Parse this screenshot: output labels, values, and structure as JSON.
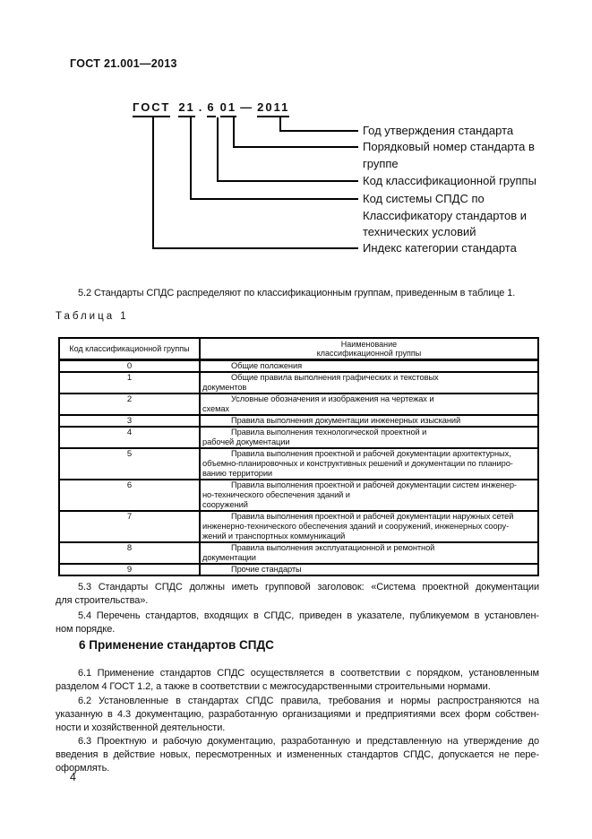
{
  "page": {
    "doc_number": "ГОСТ 21.001—2013",
    "page_number": "4"
  },
  "diagram": {
    "designation": {
      "index": "ГОСТ",
      "system_code": "21",
      "dot": ".",
      "group_code": "6",
      "ordinal_number": "01",
      "dash": "—",
      "year": "2011"
    },
    "labels": [
      {
        "lines": [
          "Год утверждения стандарта"
        ]
      },
      {
        "lines": [
          "Порядковый номер стандарта в",
          "группе"
        ]
      },
      {
        "lines": [
          "Код классификационной группы"
        ]
      },
      {
        "lines": [
          "Код системы СПДС по",
          "Классификатору стандартов и",
          "технических условий"
        ]
      },
      {
        "lines": [
          "Индекс категории стандарта"
        ]
      }
    ]
  },
  "content": {
    "p_5_2": "5.2 Стандарты СПДС распределяют по классификационным группам, приведенным в таблице 1.",
    "table_caption": "Таблица 1",
    "p_5_3": {
      "lines": [
        "5.3 Стандарты СПДС должны иметь групповой заголовок: «Система проектной документации",
        "для строительства»."
      ]
    },
    "p_5_4": {
      "lines": [
        "5.4 Перечень стандартов, входящих в СПДС, приведен в указателе, публикуемом в установлен-",
        "ном порядке."
      ]
    },
    "heading_6": "6 Применение стандартов СПДС",
    "p_6_1": {
      "lines": [
        "6.1 Применение стандартов СПДС осуществляется в соответствии с порядком, установленным",
        "разделом 4 ГОСТ 1.2, а также в соответствии с межгосударственными строительными нормами."
      ]
    },
    "p_6_2": {
      "lines": [
        "6.2 Установленные в стандартах СПДС правила, требования и нормы распространяются на",
        "указанную в 4.3 документацию, разработанную организациями и предприятиями всех форм собствен-",
        "ности и хозяйственной деятельности."
      ]
    },
    "p_6_3": {
      "lines": [
        "6.3 Проектную и рабочую документацию, разработанную и представленную на утверждение до",
        "введения в действие новых, пересмотренных и измененных стандартов СПДС, допускается не пере-",
        "оформлять."
      ]
    }
  },
  "table": {
    "headers": {
      "col1": "Код классификационной группы",
      "col2_line1": "Наименование",
      "col2_line2": "классификационной группы"
    },
    "rows": [
      {
        "code": "0",
        "name_lines": [
          "Общие положения"
        ]
      },
      {
        "code": "1",
        "name_lines": [
          "Общие правила выполнения графических и текстовых",
          "документов"
        ]
      },
      {
        "code": "2",
        "name_lines": [
          "Условные обозначения и изображения на чертежах и",
          "схемах"
        ]
      },
      {
        "code": "3",
        "name_lines": [
          "Правила выполнения документации инженерных изысканий"
        ]
      },
      {
        "code": "4",
        "name_lines": [
          "Правила выполнения технологической проектной и",
          "рабочей документации"
        ]
      },
      {
        "code": "5",
        "name_lines": [
          "Правила выполнения проектной и рабочей документации архитектурных,",
          "объемно-планировочных и конструктивных решений и документации по планиро-",
          "ванию территории"
        ]
      },
      {
        "code": "6",
        "name_lines": [
          "Правила выполнения проектной и рабочей документации систем инженер-",
          "но-технического обеспечения зданий и",
          "сооружений"
        ]
      },
      {
        "code": "7",
        "name_lines": [
          "Правила выполнения проектной и рабочей документации наружных сетей",
          "инженерно-технического обеспечения зданий и сооружений, инженерных соору-",
          "жений и транспортных коммуникаций"
        ]
      },
      {
        "code": "8",
        "name_lines": [
          "Правила выполнения эксплуатационной и ремонтной",
          "документации"
        ]
      },
      {
        "code": "9",
        "name_lines": [
          "Прочие стандарты"
        ]
      }
    ]
  }
}
